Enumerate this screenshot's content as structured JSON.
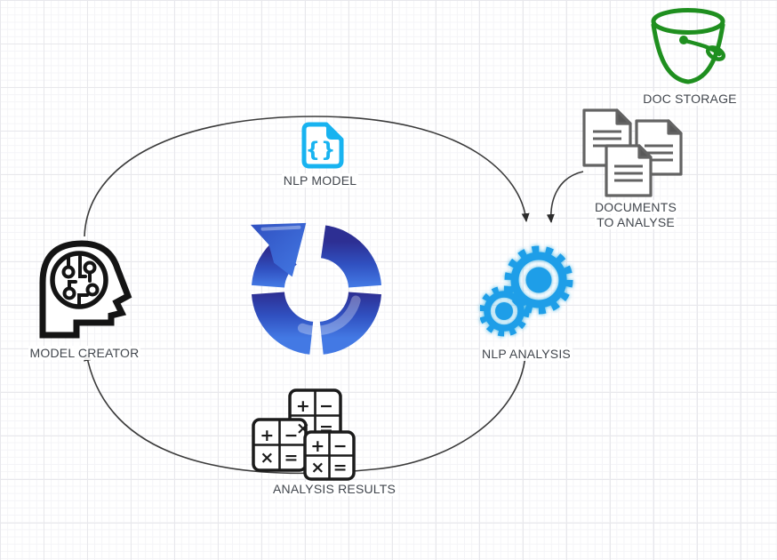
{
  "colors": {
    "canvas_bg": "#ffffff",
    "grid_minor": "#f4f4f7",
    "grid_major": "#e8e8ec",
    "label_text": "#41464d",
    "edge_line": "#3a3a3a",
    "arrowhead_black": "#2c2c2c",
    "bucket_green": "#1f8f1f",
    "document_gray": "#636363",
    "document_fold_gray": "#585858",
    "nlp_model_cyan": "#18b3f0",
    "gear_blue": "#1e9ee8",
    "cycle_blue_dark": "#2d2f93",
    "cycle_blue_mid": "#3050c0",
    "cycle_blue_light": "#4379e4",
    "creator_black": "#141414"
  },
  "nodes": {
    "doc_storage": {
      "label": "DOC STORAGE",
      "icon": "bucket-icon"
    },
    "documents_to_analyse": {
      "label_lines": [
        "DOCUMENTS",
        "TO ANALYSE"
      ],
      "icon": "documents-icon"
    },
    "nlp_model": {
      "label": "NLP MODEL",
      "icon": "code-file-icon",
      "glyph": "{}"
    },
    "model_creator": {
      "label": "MODEL CREATOR",
      "icon": "head-circuit-icon"
    },
    "nlp_analysis": {
      "label": "NLP ANALYSIS",
      "icon": "gears-icon"
    },
    "analysis_results": {
      "label": "ANALYSIS RESULTS",
      "icon": "calculators-icon",
      "symbols": [
        "+",
        "−",
        "×",
        "="
      ]
    },
    "process_cycle": {
      "icon": "cycle-arrow-icon"
    }
  },
  "edges": [
    {
      "from": "model_creator",
      "to": "nlp_analysis",
      "style": "curved-arrow"
    },
    {
      "from": "documents_to_analyse",
      "to": "nlp_analysis",
      "style": "curved-arrow"
    },
    {
      "from": "nlp_analysis",
      "to": "model_creator",
      "style": "curved-arrow"
    }
  ]
}
